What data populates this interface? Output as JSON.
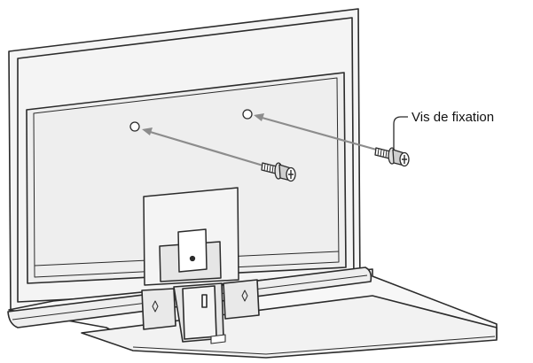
{
  "callout": {
    "label": "Vis de fixation"
  },
  "colors": {
    "line": "#2b2b2b",
    "arrow": "#8c8c8c",
    "panel_fill": "#f4f4f4",
    "panel_shade": "#e6e6e6",
    "screw_fill": "#cfcfcf"
  },
  "parts": {
    "tv_back_panel": "tv-rear-panel",
    "stand": "tv-stand",
    "screw_count": 2,
    "mount_hole_count": 2
  }
}
